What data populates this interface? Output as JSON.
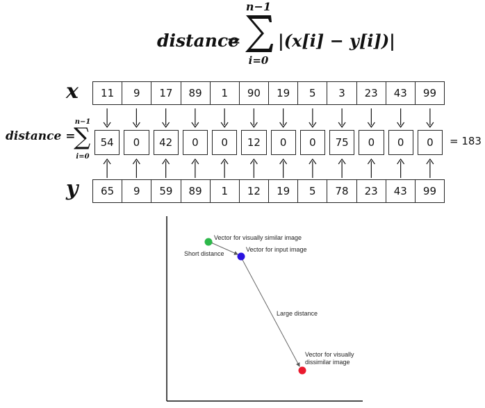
{
  "formula": {
    "lhs": "distance",
    "equals": "=",
    "upper": "n−1",
    "lower": "i=0",
    "body": "|(x[i] − y[i])|"
  },
  "arrays": {
    "x_label": "x",
    "y_label": "y",
    "x": [
      "11",
      "9",
      "17",
      "89",
      "1",
      "90",
      "19",
      "5",
      "3",
      "23",
      "43",
      "99"
    ],
    "diff": [
      "54",
      "0",
      "42",
      "0",
      "0",
      "12",
      "0",
      "0",
      "75",
      "0",
      "0",
      "0"
    ],
    "y": [
      "65",
      "9",
      "59",
      "89",
      "1",
      "12",
      "19",
      "5",
      "78",
      "23",
      "43",
      "99"
    ],
    "dist_label": "distance =",
    "sum_upper": "n−1",
    "sum_lower": "i=0",
    "total": "= 183"
  },
  "plot": {
    "similar_label": "Vector for visually similar image",
    "input_label": "Vector for input image",
    "short_label": "Short distance",
    "large_label": "Large distance",
    "dissimilar_label_1": "Vector for visually",
    "dissimilar_label_2": "dissimilar image",
    "colors": {
      "similar": "#2db84a",
      "input": "#2a12e0",
      "dissimilar": "#ea1a2e"
    }
  }
}
